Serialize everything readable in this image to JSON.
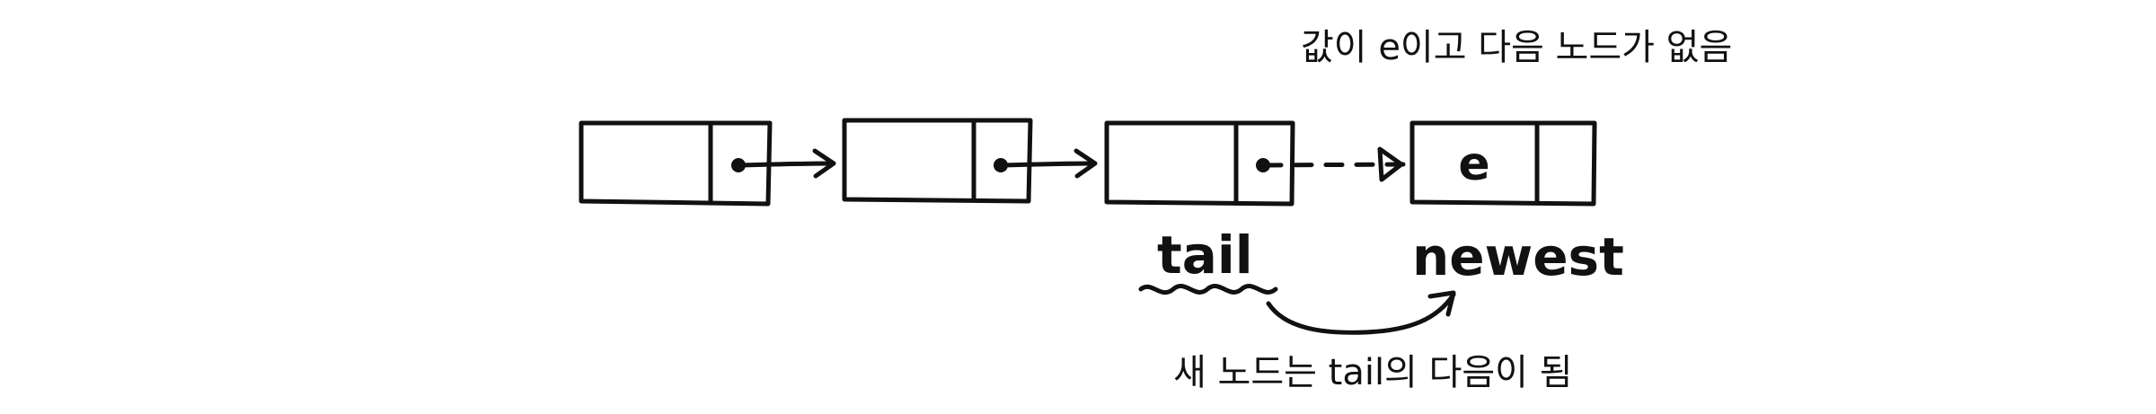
{
  "diagram": {
    "top_note": "값이 e이고 다음 노드가 없음",
    "tail_label": "tail",
    "newest_label": "newest",
    "bottom_note": "새 노드는 tail의 다음이 됨",
    "new_node_value": "e"
  },
  "colors": {
    "ink": "#111111",
    "background": "#ffffff"
  }
}
